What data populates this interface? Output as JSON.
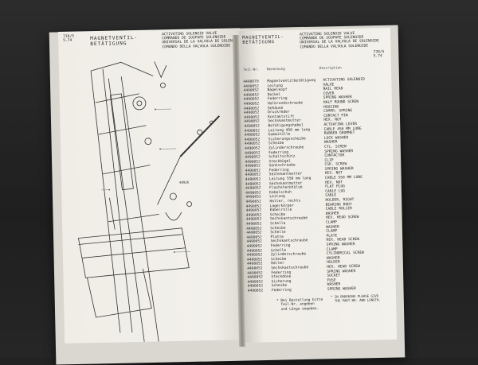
{
  "left_page": {
    "page_code": "738/5\n5.74",
    "title": "MAGNETVENTIL-\nBETÄTIGUNG",
    "header_lines": [
      "ACTIVATING SOLENOID VALVE",
      "COMMANDE DE SOUPAPE SOLENOIDE",
      "UNIVERSAL DE LA VALVULA DE SOLENOIDE",
      "COMANDO DELLA VALVOLA SOLENOIDE"
    ],
    "diagram_label": "40926"
  },
  "right_page": {
    "title": "MAGNETVENTIL-\nBETÄTIGUNG",
    "header_lines": [
      "ACTIVATING SOLENOID VALVE",
      "COMMANDE DE SOUPAPE SOLENOIDE",
      "UNIVERSAL DE LA VALVULA DE SOLENOIDE",
      "COMANDO DELLA VALVOLA SOLENOIDE"
    ],
    "page_code": "738/5\n5.74",
    "column_headers": [
      "Teil-Nr.",
      "Benennung",
      "Description"
    ],
    "rows": [
      [
        "4490070",
        "Magnetventilbetätigung",
        "ACTIVATING SOLENOID"
      ],
      [
        "4490052",
        "Leitung",
        "VALVE"
      ],
      [
        "4490052",
        "Nagelkopf",
        "NAIL HEAD"
      ],
      [
        "4490052",
        "Deckel",
        "COVER"
      ],
      [
        "4490052",
        "Federring",
        "SPRING WASHER"
      ],
      [
        "4490052",
        "Halbrundschraube",
        "HALF ROUND SCREW"
      ],
      [
        "4490052",
        "Gehäuse",
        "HOUSING"
      ],
      [
        "4490052",
        "Druckfeder",
        "COMPR. SPRING"
      ],
      [
        "4490052",
        "Kontaktstift",
        "CONTACT PIN"
      ],
      [
        "4490052",
        "Sechskantmutter",
        "HEX. NUT"
      ],
      [
        "4490052",
        "Betätigungshebel",
        "ACTUATING LEVER"
      ],
      [
        "4490052",
        "Leitung 450 mm lang",
        "CABLE 450 MM LONG"
      ],
      [
        "4490052",
        "Gummitülle",
        "RUBBER GROMMET"
      ],
      [
        "4490052",
        "Sicherungsscheibe",
        "LOCK WASHER"
      ],
      [
        "4490052",
        "Scheibe",
        "WASHER"
      ],
      [
        "4490052",
        "Zylinderschraube",
        "CYL. SCREW"
      ],
      [
        "4490052",
        "Federring",
        "SPRING WASHER"
      ],
      [
        "4490052",
        "Schaltschütz",
        "CONTACTOR"
      ],
      [
        "4490052",
        "Steckbügel",
        "CLIP"
      ],
      [
        "4490052",
        "Senkschraube",
        "CSK. SCREW"
      ],
      [
        "4490052",
        "Federring",
        "SPRING WASHER"
      ],
      [
        "4490052",
        "Sechskantmutter",
        "HEX. NUT"
      ],
      [
        "4490052",
        "Leitung 550 mm lang",
        "CABLE 550 MM LONG"
      ],
      [
        "4490052",
        "Sechskantmutter",
        "HEX. NUT"
      ],
      [
        "4490052",
        "Flachsteckhülse",
        "FLAT PLUG"
      ],
      [
        "4490052",
        "Kabelschuh",
        "CABLE LUG"
      ],
      [
        "4490052",
        "Leitung",
        "CABLE"
      ],
      [
        "4490052",
        "Halter, rechts",
        "HOLDER, RIGHT"
      ],
      [
        "4490052",
        "Lagerkörper",
        "BEARING BODY"
      ],
      [
        "4490052",
        "Kabelrolle",
        "CABLE ROLLER"
      ],
      [
        "4490052",
        "Scheibe",
        "WASHER"
      ],
      [
        "4490052",
        "Sechskantschraube",
        "HEX. HEAD SCREW"
      ],
      [
        "4490052",
        "Schelle",
        "CLAMP"
      ],
      [
        "4490052",
        "Scheibe",
        "WASHER"
      ],
      [
        "4490052",
        "Schelle",
        "CLAMP"
      ],
      [
        "4490052",
        "Platte",
        "PLATE"
      ],
      [
        "4490052",
        "Sechskantschraube",
        "HEX. HEAD SCREW"
      ],
      [
        "4490052",
        "Federring",
        "SPRING WASHER"
      ],
      [
        "4490052",
        "Schelle",
        "CLAMP"
      ],
      [
        "4490052",
        "Zylinderschraube",
        "CYLINDRICAL SCREW"
      ],
      [
        "4490052",
        "Scheibe",
        "WASHER"
      ],
      [
        "4490052",
        "Halter",
        "HOLDER"
      ],
      [
        "4490052",
        "Sechskantschraube",
        "HEX. HEAD SCREW"
      ],
      [
        "4490052",
        "Federring",
        "SPRING WASHER"
      ],
      [
        "4490052",
        "Steckdose",
        "SOCKET"
      ],
      [
        "4490052",
        "Sicherung",
        "FUSE"
      ],
      [
        "4490052",
        "Scheibe",
        "WASHER"
      ],
      [
        "4490052",
        "Federring",
        "SPRING WASHER"
      ]
    ],
    "footnote_de": "* Bei Bestellung bitte\n  Teil-Nr. angeben\n  und Länge angeben.",
    "footnote_en": "* IN ORDERING PLEASE GIVE\n  THE PART-NO. AND LENGTH."
  },
  "colors": {
    "paper": "#f1efe9",
    "ink": "#2a2a2a",
    "background": "#232323"
  }
}
